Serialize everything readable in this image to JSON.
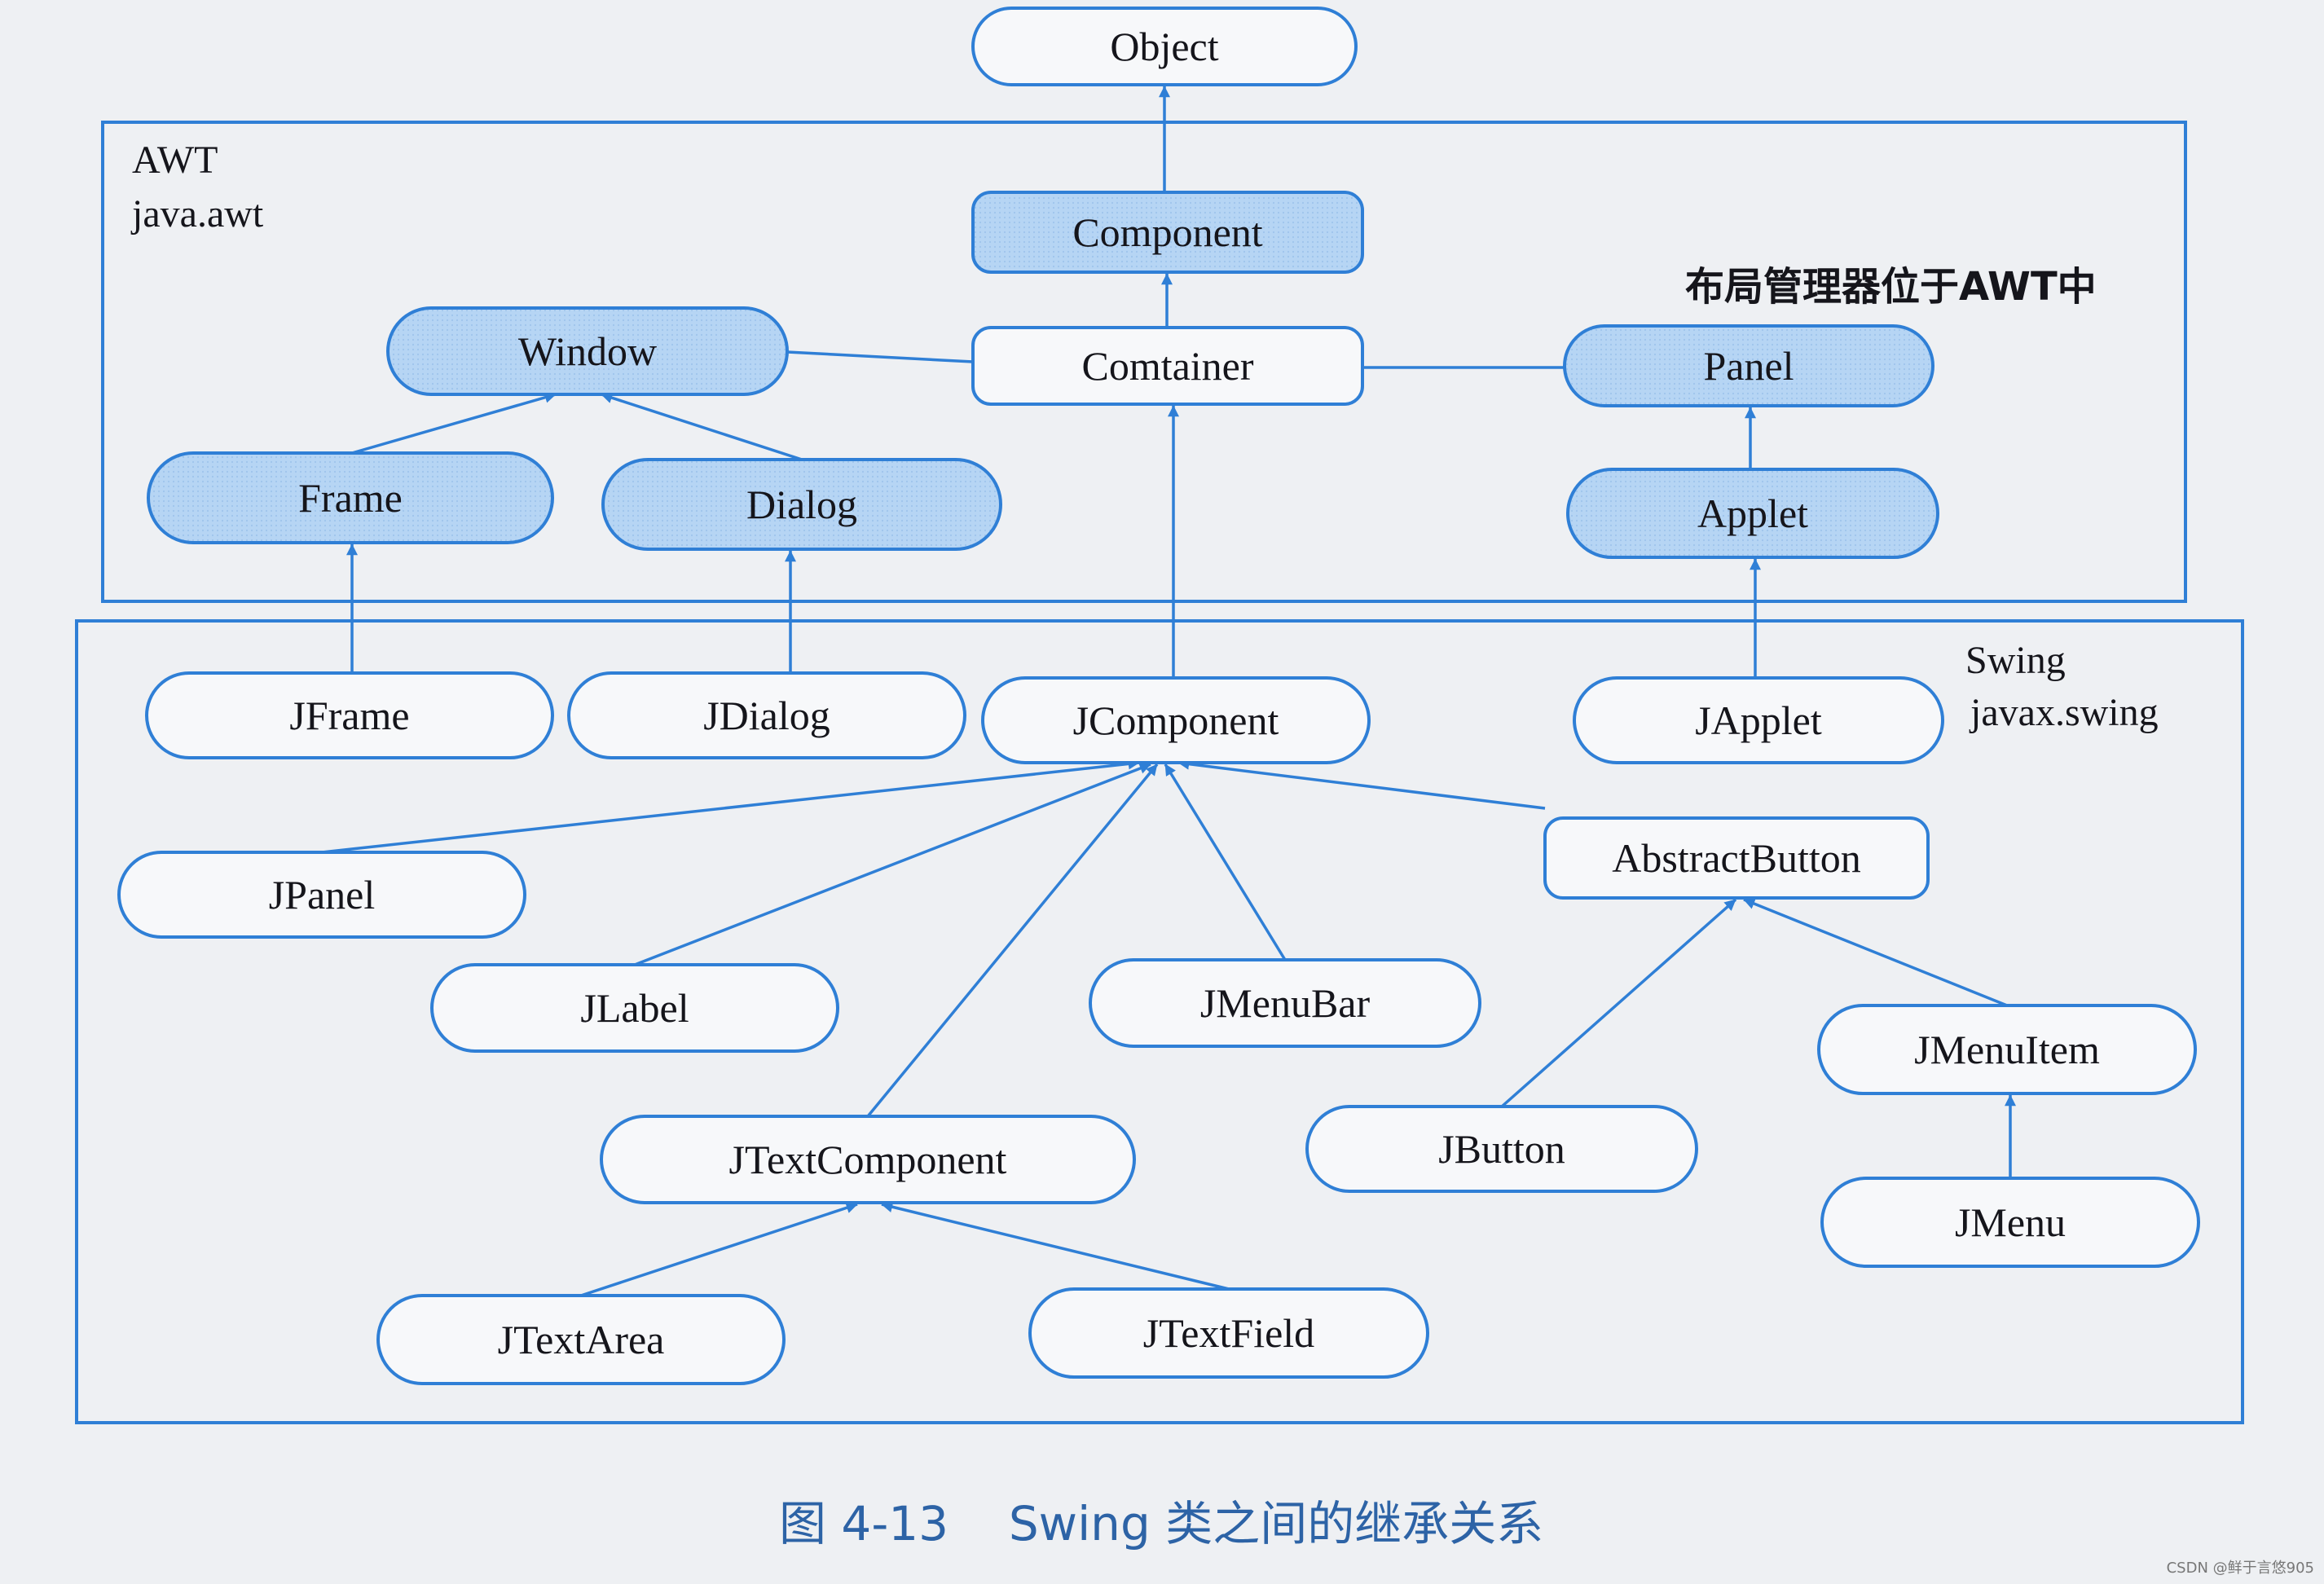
{
  "colors": {
    "stroke": "#2f7fd6",
    "awt_fill": "#b6d5f4",
    "swing_fill": "#f7f8fa",
    "text": "#15151b",
    "caption": "#2d63a6"
  },
  "packages": {
    "awt": {
      "name": "AWT",
      "pkg": "java.awt"
    },
    "swing": {
      "name": "Swing",
      "pkg": "javax.swing"
    }
  },
  "note": "布局管理器位于AWT中",
  "caption": "图 4-13    Swing 类之间的继承关系",
  "credit": "CSDN @鲜于言悠905",
  "nodes": [
    {
      "id": "object",
      "label": "Object",
      "style": "plain"
    },
    {
      "id": "component",
      "label": "Component",
      "style": "awt"
    },
    {
      "id": "container",
      "label": "Comtainer",
      "style": "plain"
    },
    {
      "id": "window",
      "label": "Window",
      "style": "awt"
    },
    {
      "id": "panel",
      "label": "Panel",
      "style": "awt"
    },
    {
      "id": "frame",
      "label": "Frame",
      "style": "awt"
    },
    {
      "id": "dialog",
      "label": "Dialog",
      "style": "awt"
    },
    {
      "id": "applet",
      "label": "Applet",
      "style": "awt"
    },
    {
      "id": "jframe",
      "label": "JFrame",
      "style": "plain"
    },
    {
      "id": "jdialog",
      "label": "JDialog",
      "style": "plain"
    },
    {
      "id": "jcomponent",
      "label": "JComponent",
      "style": "plain"
    },
    {
      "id": "japplet",
      "label": "JApplet",
      "style": "plain"
    },
    {
      "id": "jpanel",
      "label": "JPanel",
      "style": "plain"
    },
    {
      "id": "abstractbutton",
      "label": "AbstractButton",
      "style": "plain"
    },
    {
      "id": "jlabel",
      "label": "JLabel",
      "style": "plain"
    },
    {
      "id": "jmenubar",
      "label": "JMenuBar",
      "style": "plain"
    },
    {
      "id": "jmenuitem",
      "label": "JMenuItem",
      "style": "plain"
    },
    {
      "id": "jtextcomponent",
      "label": "JTextComponent",
      "style": "plain"
    },
    {
      "id": "jbutton",
      "label": "JButton",
      "style": "plain"
    },
    {
      "id": "jmenu",
      "label": "JMenu",
      "style": "plain"
    },
    {
      "id": "jtextarea",
      "label": "JTextArea",
      "style": "plain"
    },
    {
      "id": "jtextfield",
      "label": "JTextField",
      "style": "plain"
    }
  ],
  "edges": [
    {
      "from": "component",
      "to": "object",
      "arrow": true
    },
    {
      "from": "container",
      "to": "component",
      "arrow": true
    },
    {
      "from": "container",
      "to": "window",
      "arrow": false
    },
    {
      "from": "container",
      "to": "panel",
      "arrow": false
    },
    {
      "from": "frame",
      "to": "window",
      "arrow": true
    },
    {
      "from": "dialog",
      "to": "window",
      "arrow": true
    },
    {
      "from": "applet",
      "to": "panel",
      "arrow": true
    },
    {
      "from": "jframe",
      "to": "frame",
      "arrow": true
    },
    {
      "from": "jdialog",
      "to": "dialog",
      "arrow": true
    },
    {
      "from": "jcomponent",
      "to": "container",
      "arrow": true
    },
    {
      "from": "japplet",
      "to": "applet",
      "arrow": true
    },
    {
      "from": "jpanel",
      "to": "jcomponent",
      "arrow": true
    },
    {
      "from": "jlabel",
      "to": "jcomponent",
      "arrow": true
    },
    {
      "from": "jmenubar",
      "to": "jcomponent",
      "arrow": true
    },
    {
      "from": "jtextcomponent",
      "to": "jcomponent",
      "arrow": true
    },
    {
      "from": "abstractbutton",
      "to": "jcomponent",
      "arrow": true
    },
    {
      "from": "jbutton",
      "to": "abstractbutton",
      "arrow": true
    },
    {
      "from": "jmenuitem",
      "to": "abstractbutton",
      "arrow": true
    },
    {
      "from": "jmenu",
      "to": "jmenuitem",
      "arrow": true
    },
    {
      "from": "jtextarea",
      "to": "jtextcomponent",
      "arrow": true
    },
    {
      "from": "jtextfield",
      "to": "jtextcomponent",
      "arrow": true
    }
  ]
}
